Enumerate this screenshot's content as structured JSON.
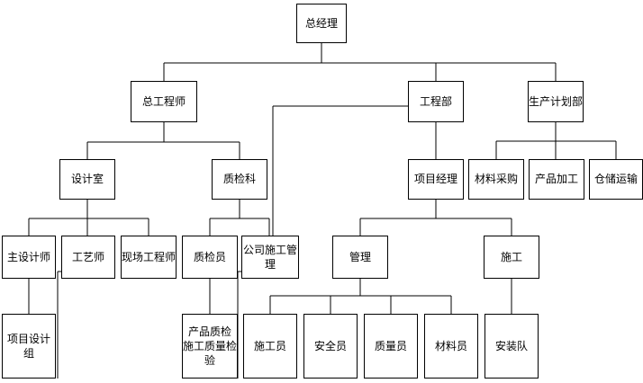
{
  "nodes": {
    "general_manager": "总经理",
    "chief_engineer": "总工程师",
    "engineering_dept": "工程部",
    "production_planning_dept": "生产计划部",
    "design_office": "设计室",
    "quality_inspection_section": "质检科",
    "project_manager": "项目经理",
    "material_purchasing": "材料采购",
    "product_processing": "产品加工",
    "warehouse_transport": "仓储运输",
    "chief_designer": "主设计师",
    "technologist": "工艺师",
    "site_engineer": "现场工程师",
    "quality_inspector": "质检员",
    "company_construction_manager": "公司施工管理",
    "management": "管理",
    "construction": "施工",
    "project_design_group": "项目设计组",
    "product_quality_inspection": "产品质检\n施工质量检验",
    "constructor": "施工员",
    "safety_officer": "安全员",
    "quality_officer": "质量员",
    "material_officer": "材料员",
    "installation_team": "安装队"
  }
}
